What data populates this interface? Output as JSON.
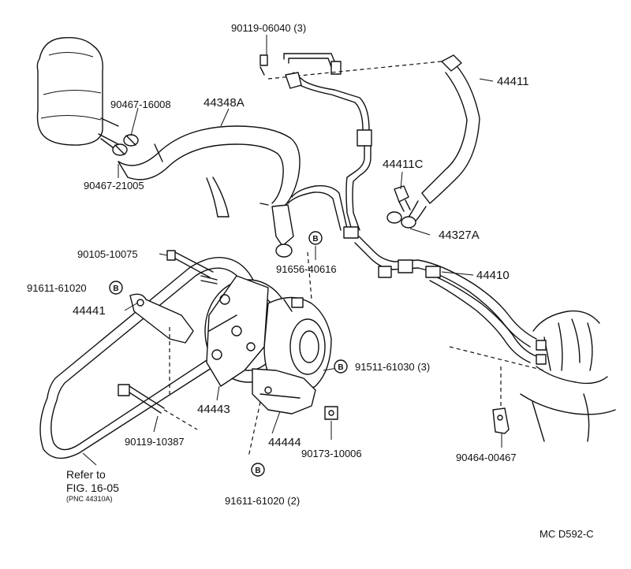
{
  "diagram": {
    "drawing_code": "MC D592-C",
    "callouts": {
      "p_90119_06040": "90119-06040 (3)",
      "p_44411": "44411",
      "p_90467_16008": "90467-16008",
      "p_44348A": "44348A",
      "p_90467_21005": "90467-21005",
      "p_44411C": "44411C",
      "p_44327A": "44327A",
      "p_90105_10075": "90105-10075",
      "p_91656_40616": "91656-40616",
      "p_91611_61020": "91611-61020",
      "p_44410": "44410",
      "p_44441": "44441",
      "p_91511_61030": "91511-61030 (3)",
      "p_44443": "44443",
      "p_90119_10387": "90119-10387",
      "p_44444": "44444",
      "p_90173_10006": "90173-10006",
      "p_90464_00467": "90464-00467",
      "p_91611_61020_2": "91611-61020 (2)"
    },
    "circle_mark": "B",
    "reference": {
      "line1": "Refer to",
      "line2": "FIG. 16-05",
      "line3": "(PNC 44310A)"
    }
  }
}
